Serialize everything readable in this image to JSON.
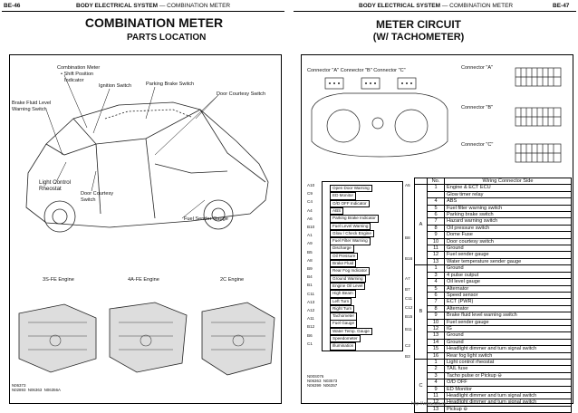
{
  "left_page": {
    "page_number": "BE-46",
    "header": "BODY ELECTRICAL SYSTEM",
    "header_sub": "— COMBINATION METER",
    "title": "COMBINATION METER",
    "subtitle": "PARTS LOCATION",
    "callouts": {
      "combination_meter": "Combination Meter",
      "shift_position": "• Shift Position",
      "indicator": "Indicator",
      "ignition_switch": "Ignition Switch",
      "parking_brake_switch": "Parking Brake Switch",
      "door_courtesy_switch_top": "Door Courtesy Switch",
      "brake_fluid_level": "Brake Fluid Level",
      "warning_switch": "Warning Switch",
      "light_control": "Light Control",
      "rheostat": "Rheostat",
      "door_courtesy": "Door Courtesy",
      "switch": "Switch",
      "fuel_sender_gauge": "Fuel Sender Gauge"
    },
    "engines": [
      "3S-FE Engine",
      "4A-FE Engine",
      "2C Engine"
    ],
    "footer_codes": "N06373\nN02893  N06363  N06356A"
  },
  "right_page": {
    "page_number": "BE-47",
    "header": "BODY ELECTRICAL SYSTEM",
    "header_sub": "— COMBINATION METER",
    "title": "METER CIRCUIT",
    "subtitle": "(W/ TACHOMETER)",
    "connector_top_label": "Connector \"A\" Connector \"B\" Connector \"C\"",
    "connector_a": "Connector \"A\"",
    "connector_b": "Connector \"B\"",
    "connector_c": "Connector \"C\"",
    "circuit_left_pins": [
      "A10",
      "C9",
      "C4",
      "A4",
      "A6",
      "B10",
      "A1",
      "A9",
      "B5",
      "A8",
      "B9",
      "B4",
      "B1",
      "C11",
      "A13",
      "A12",
      "A11",
      "B12",
      "B6",
      "C1"
    ],
    "circuit_right_pins": [
      "A5",
      "B8",
      "B16",
      "A7",
      "B7",
      "C11",
      "C12",
      "B15",
      "B11",
      "C2",
      "B3"
    ],
    "circuit_labels": [
      "Open Door Warning",
      "ED Monitor",
      "O/D OFF Indicator",
      "ABS",
      "Parking Brake Indicator",
      "Fuel Level Warning",
      "Glow / Check Engine",
      "Fuel Filter Warning",
      "Discharge",
      "Oil Pressure",
      "Brake Fluid",
      "Rear Fog Indicator",
      "Ground Warning",
      "Engine Oil Level",
      "High Beam",
      "Left Turn",
      "Right Turn",
      "Tachometer",
      "Fuel Gauge",
      "Water Temp. Gauge",
      "Speedometer",
      "Illumination"
    ],
    "footer_codes": "N00S076\nN06363  N03573\nN06399  N06357",
    "table_header_no": "No.",
    "table_header_side": "Wiring Connector Side",
    "wiring": [
      {
        "group": "A",
        "no": "1",
        "side": "Engine & ECT ECU"
      },
      {
        "group": "A",
        "no": "",
        "side": "Glow timer relay"
      },
      {
        "group": "A",
        "no": "4",
        "side": "ABS"
      },
      {
        "group": "A",
        "no": "5",
        "side": "Fuel filter warning switch"
      },
      {
        "group": "A",
        "no": "6",
        "side": "Parking brake switch"
      },
      {
        "group": "A",
        "no": "7",
        "side": "Hazard warning switch"
      },
      {
        "group": "A",
        "no": "8",
        "side": "Oil pressure switch"
      },
      {
        "group": "A",
        "no": "9",
        "side": "Dome Fuse"
      },
      {
        "group": "A",
        "no": "10",
        "side": "Door courtesy switch"
      },
      {
        "group": "A",
        "no": "11",
        "side": "Ground"
      },
      {
        "group": "A",
        "no": "12",
        "side": "Fuel sender gauge"
      },
      {
        "group": "A",
        "no": "13",
        "side": "Water temperature sender gauge"
      },
      {
        "group": "B",
        "no": "1",
        "side": "Ground"
      },
      {
        "group": "B",
        "no": "3",
        "side": "4 pulse output"
      },
      {
        "group": "B",
        "no": "4",
        "side": "Oil level gauge"
      },
      {
        "group": "B",
        "no": "5",
        "side": "Alternator"
      },
      {
        "group": "B",
        "no": "6",
        "side": "Speed sensor"
      },
      {
        "group": "B",
        "no": "7",
        "side": "ECT (PWR)"
      },
      {
        "group": "B",
        "no": "8",
        "side": "Alternator"
      },
      {
        "group": "B",
        "no": "9",
        "side": "Brake fluid level warning switch"
      },
      {
        "group": "B",
        "no": "10",
        "side": "Fuel sender gauge"
      },
      {
        "group": "B",
        "no": "12",
        "side": "IG"
      },
      {
        "group": "B",
        "no": "13",
        "side": "Ground"
      },
      {
        "group": "B",
        "no": "14",
        "side": "Ground"
      },
      {
        "group": "B",
        "no": "15",
        "side": "Headlight dimmer and turn signal switch"
      },
      {
        "group": "B",
        "no": "16",
        "side": "Rear fog light switch"
      },
      {
        "group": "C",
        "no": "1",
        "side": "Light control rheostat"
      },
      {
        "group": "C",
        "no": "2",
        "side": "TAIL fuse"
      },
      {
        "group": "C",
        "no": "3",
        "side": "Tacho pulse or Pickup ⊖"
      },
      {
        "group": "C",
        "no": "4",
        "side": "O/D OFF"
      },
      {
        "group": "C",
        "no": "9",
        "side": "ED Monitor"
      },
      {
        "group": "C",
        "no": "11",
        "side": "Headlight dimmer and turn signal switch"
      },
      {
        "group": "C",
        "no": "12",
        "side": "Headlight dimmer and turn signal switch"
      },
      {
        "group": "C",
        "no": "13",
        "side": "Pickup ⊖"
      }
    ]
  },
  "watermark": "http://www.xxx.xx"
}
